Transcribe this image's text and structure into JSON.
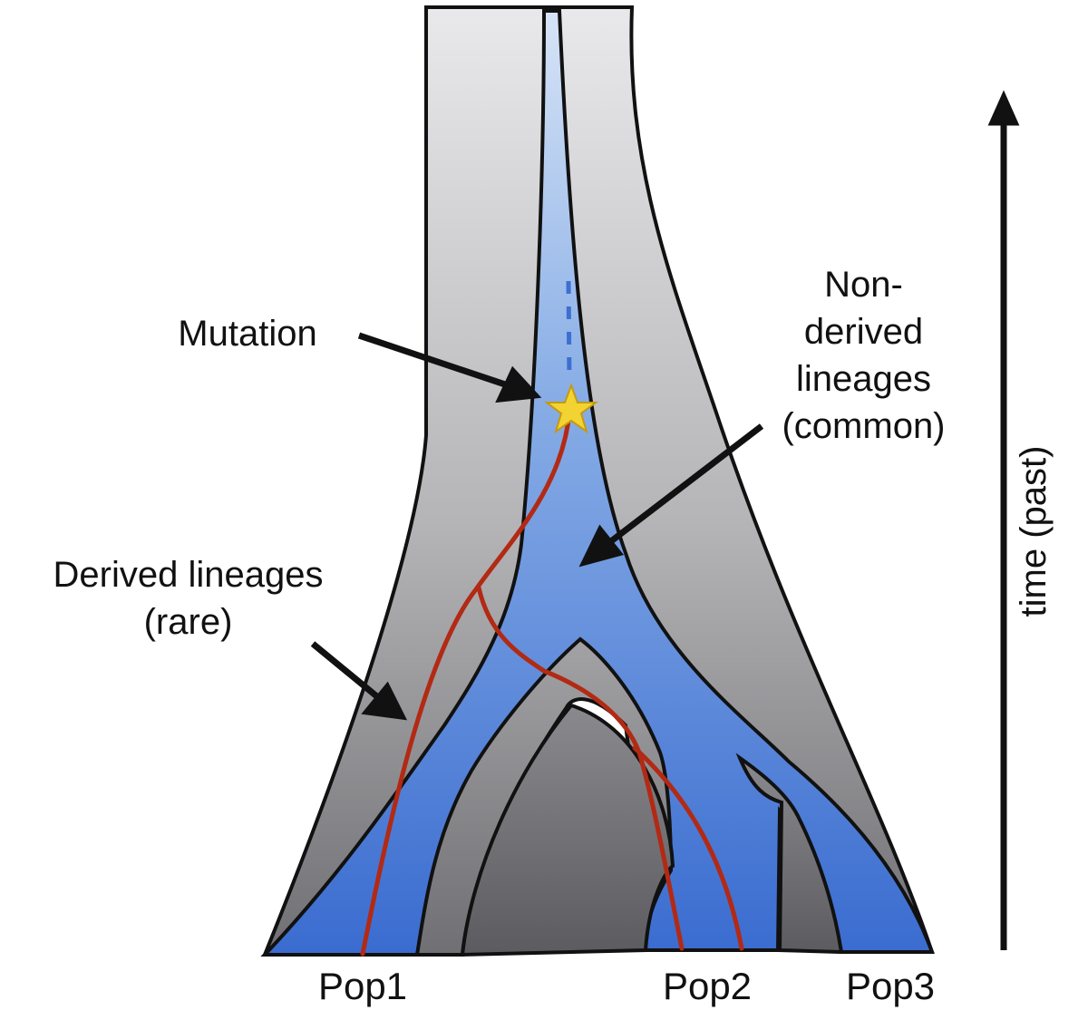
{
  "labels": {
    "mutation": "Mutation",
    "non_derived_1": "Non-",
    "non_derived_2": "derived",
    "non_derived_3": "lineages",
    "non_derived_4": "(common)",
    "derived_1": "Derived lineages",
    "derived_2": "(rare)",
    "time_axis": "time (past)"
  },
  "populations": [
    "Pop1",
    "Pop2",
    "Pop3"
  ],
  "colors": {
    "population_tube": "#9b9b9b",
    "lineage_fill": "#4f7fd6",
    "derived_lineage": "#b22a14",
    "mutation_star": "#f3d332",
    "outline": "#111111"
  }
}
